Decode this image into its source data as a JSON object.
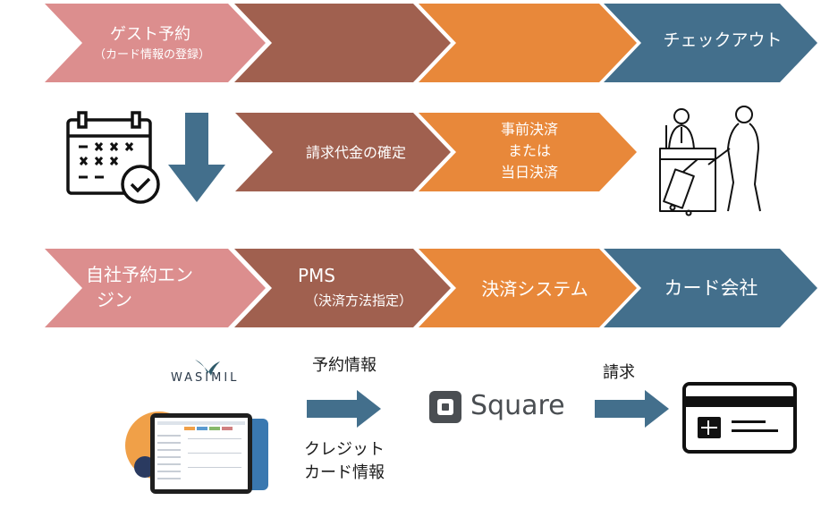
{
  "colors": {
    "pink": "#dc8e8e",
    "brown": "#a0604f",
    "orange": "#e8883a",
    "blue": "#436f8c",
    "dark": "#111111"
  },
  "row1": {
    "step1_title": "ゲスト予約",
    "step1_sub": "（カード情報の登録）",
    "step4_title": "チェックアウト"
  },
  "row2": {
    "confirm_label": "請求代金の確定",
    "payment_line1": "事前決済",
    "payment_line2": "または",
    "payment_line3": "当日決済"
  },
  "row3": {
    "step1_line1": "自社予約エン",
    "step1_line2": "ジン",
    "step2_title": "PMS",
    "step2_sub": "（決済方法指定）",
    "step3_title": "決済システム",
    "step4_title": "カード会社"
  },
  "bottom": {
    "wasimil_logo": "WASIMIL",
    "arrow1_top": "予約情報",
    "arrow1_bottom_line1": "クレジット",
    "arrow1_bottom_line2": "カード情報",
    "square_logo": "Square",
    "arrow2_top": "請求"
  },
  "icons": [
    "calendar-check-icon",
    "down-arrow-icon",
    "checkout-desk-icon",
    "credit-card-icon",
    "square-logo-icon",
    "wasimil-bird-icon"
  ]
}
